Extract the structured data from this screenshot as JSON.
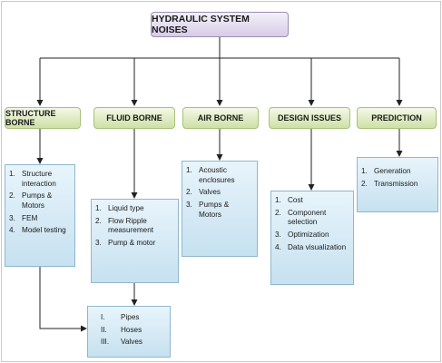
{
  "title": "HYDRAULIC SYSTEM NOISES",
  "categories": [
    {
      "label": "STRUCTURE BORNE",
      "items": [
        {
          "num": "1.",
          "text": "Structure interaction"
        },
        {
          "num": "2.",
          "text": "Pumps & Motors"
        },
        {
          "num": "3.",
          "text": "FEM"
        },
        {
          "num": "4.",
          "text": "Model testing"
        }
      ]
    },
    {
      "label": "FLUID BORNE",
      "items": [
        {
          "num": "1.",
          "text": "Liquid type"
        },
        {
          "num": "2.",
          "text": "Flow Ripple measurement"
        },
        {
          "num": "3.",
          "text": "Pump & motor"
        }
      ]
    },
    {
      "label": "AIR BORNE",
      "items": [
        {
          "num": "1.",
          "text": "Acoustic enclosures"
        },
        {
          "num": "2.",
          "text": "Valves"
        },
        {
          "num": "3.",
          "text": "Pumps & Motors"
        }
      ]
    },
    {
      "label": "DESIGN ISSUES",
      "items": [
        {
          "num": "1.",
          "text": "Cost"
        },
        {
          "num": "2.",
          "text": "Component selection"
        },
        {
          "num": "3.",
          "text": "Optimization"
        },
        {
          "num": "4.",
          "text": "Data visualization"
        }
      ]
    },
    {
      "label": "PREDICTION",
      "items": [
        {
          "num": "1.",
          "text": "Generation"
        },
        {
          "num": "2.",
          "text": "Transmission"
        }
      ]
    }
  ],
  "shared": {
    "items": [
      {
        "num": "I.",
        "text": "Pipes"
      },
      {
        "num": "II.",
        "text": "Hoses"
      },
      {
        "num": "III.",
        "text": "Valves"
      }
    ]
  }
}
